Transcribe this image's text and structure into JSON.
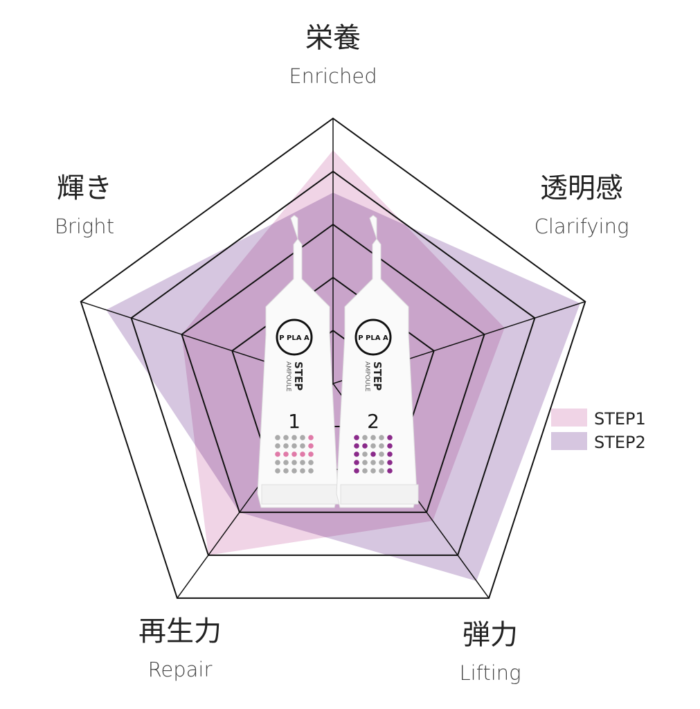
{
  "chart_data": {
    "type": "radar",
    "title": "",
    "axes": [
      {
        "jp": "栄養",
        "en": "Enriched"
      },
      {
        "jp": "透明感",
        "en": "Clarifying"
      },
      {
        "jp": "弾力",
        "en": "Lifting"
      },
      {
        "jp": "再生力",
        "en": "Repair"
      },
      {
        "jp": "輝き",
        "en": "Bright"
      }
    ],
    "levels": 5,
    "range": [
      0,
      5
    ],
    "series": [
      {
        "name": "STEP1",
        "color": "#f0d4e6",
        "values": [
          4.4,
          3.4,
          3.2,
          4.0,
          3.0
        ]
      },
      {
        "name": "STEP2",
        "color": "#d6c6e0",
        "values": [
          3.6,
          4.9,
          4.6,
          3.0,
          4.5
        ]
      }
    ],
    "legend": "right"
  },
  "product": {
    "brand": "P PLA A",
    "tubes": [
      {
        "line1": "STEP",
        "line2": "AMPOULE",
        "number": "1",
        "dot_color": "#e07aa8"
      },
      {
        "line1": "STEP",
        "line2": "AMPOULE",
        "number": "2",
        "dot_color": "#8a2a8a"
      }
    ]
  }
}
